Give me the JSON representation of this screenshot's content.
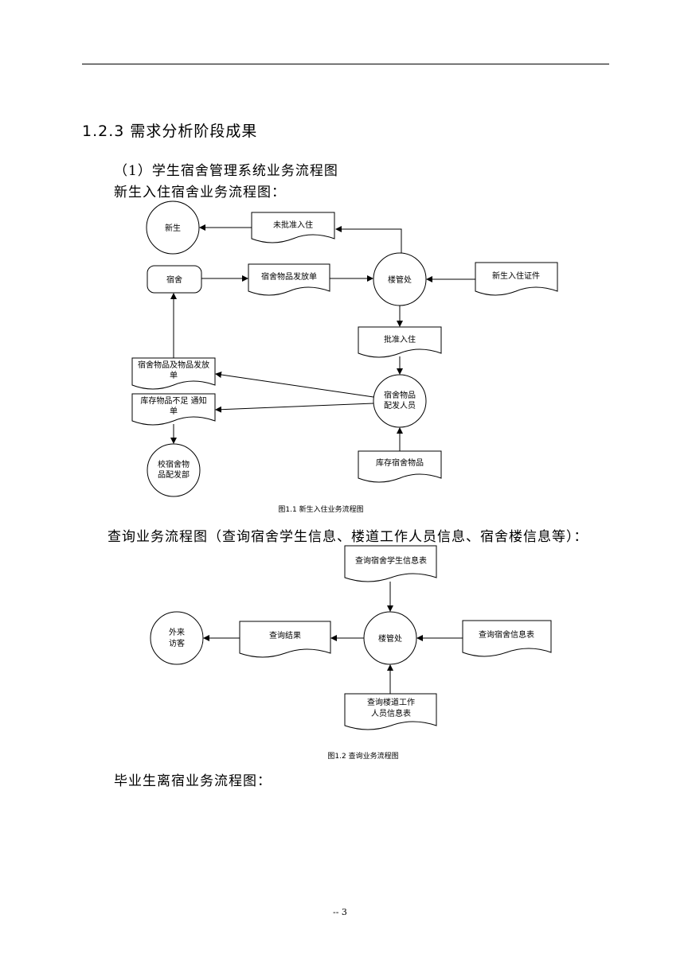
{
  "section": {
    "heading": "1.2.3 需求分析阶段成果"
  },
  "paragraphs": {
    "p1": "（1）学生宿舍管理系统业务流程图",
    "p2": "新生入住宿舍业务流程图：",
    "p3": "查询业务流程图（查询宿舍学生信息、楼道工作人员信息、宿舍楼信息等）：",
    "p4": "毕业生离宿业务流程图："
  },
  "diagram1": {
    "caption": "图1.1 新生入住业务流程图",
    "nodes": {
      "xinsheng": "新生",
      "weipizhun": "未批准入住",
      "sushe": "宿舍",
      "fafangdan": "宿舍物品发放单",
      "louguanchu": "楼管处",
      "zhengjian": "新生入住证件",
      "pizhun": "批准入住",
      "wupin_fafangdan_l1": "宿舍物品及物品发放",
      "wupin_fafangdan_l2": "单",
      "buzu_l1": "库存物品不足 通知",
      "buzu_l2": "单",
      "peifa_l1": "宿舍物品",
      "peifa_l2": "配发人员",
      "xiao_l1": "校宿舍物",
      "xiao_l2": "品配发部",
      "kucun": "库存宿舍物品"
    }
  },
  "diagram2": {
    "caption": "图1.2 查询业务流程图",
    "nodes": {
      "xuesheng_biao": "查询宿舍学生信息表",
      "waila_l1": "外来",
      "waila_l2": "访客",
      "jieguo": "查询结果",
      "louguanchu": "楼管处",
      "sushe_biao": "查询宿舍信息表",
      "louda_l1": "查询楼道工作",
      "louda_l2": "人员信息表"
    }
  },
  "footer": {
    "page_number": "-- 3"
  }
}
